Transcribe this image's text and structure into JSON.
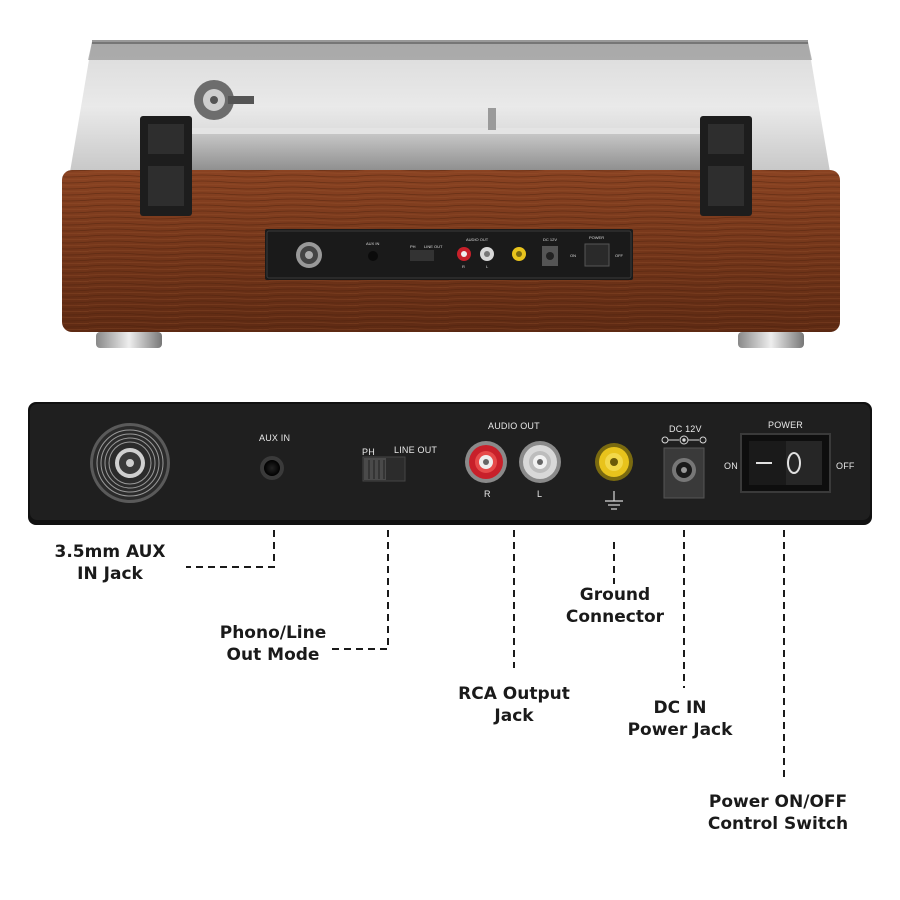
{
  "top_panel": {
    "aux_in": "AUX IN",
    "ph": "PH",
    "line_out": "LINE OUT",
    "audio_out": "AUDIO OUT",
    "r": "R",
    "l": "L",
    "dc": "DC 12V",
    "power": "POWER",
    "on": "ON",
    "off": "OFF"
  },
  "panel": {
    "aux_in": "AUX IN",
    "ph": "PH",
    "line_out": "LINE OUT",
    "audio_out": "AUDIO OUT",
    "r": "R",
    "l": "L",
    "dc": "DC 12V",
    "power": "POWER",
    "on": "ON",
    "off": "OFF"
  },
  "callouts": {
    "aux": [
      "3.5mm AUX",
      "IN Jack"
    ],
    "mode": [
      "Phono/Line",
      "Out Mode"
    ],
    "rca": [
      "RCA Output",
      "Jack"
    ],
    "ground": [
      "Ground",
      "Connector"
    ],
    "dc": [
      "DC IN",
      "Power Jack"
    ],
    "power": [
      "Power ON/OFF",
      "Control Switch"
    ]
  },
  "colors": {
    "wood": "#7a3a1c",
    "panel": "#1c1c1c",
    "rca_right": "#c8202a",
    "rca_left": "#d8d8d8",
    "ground": "#e8c31c"
  }
}
